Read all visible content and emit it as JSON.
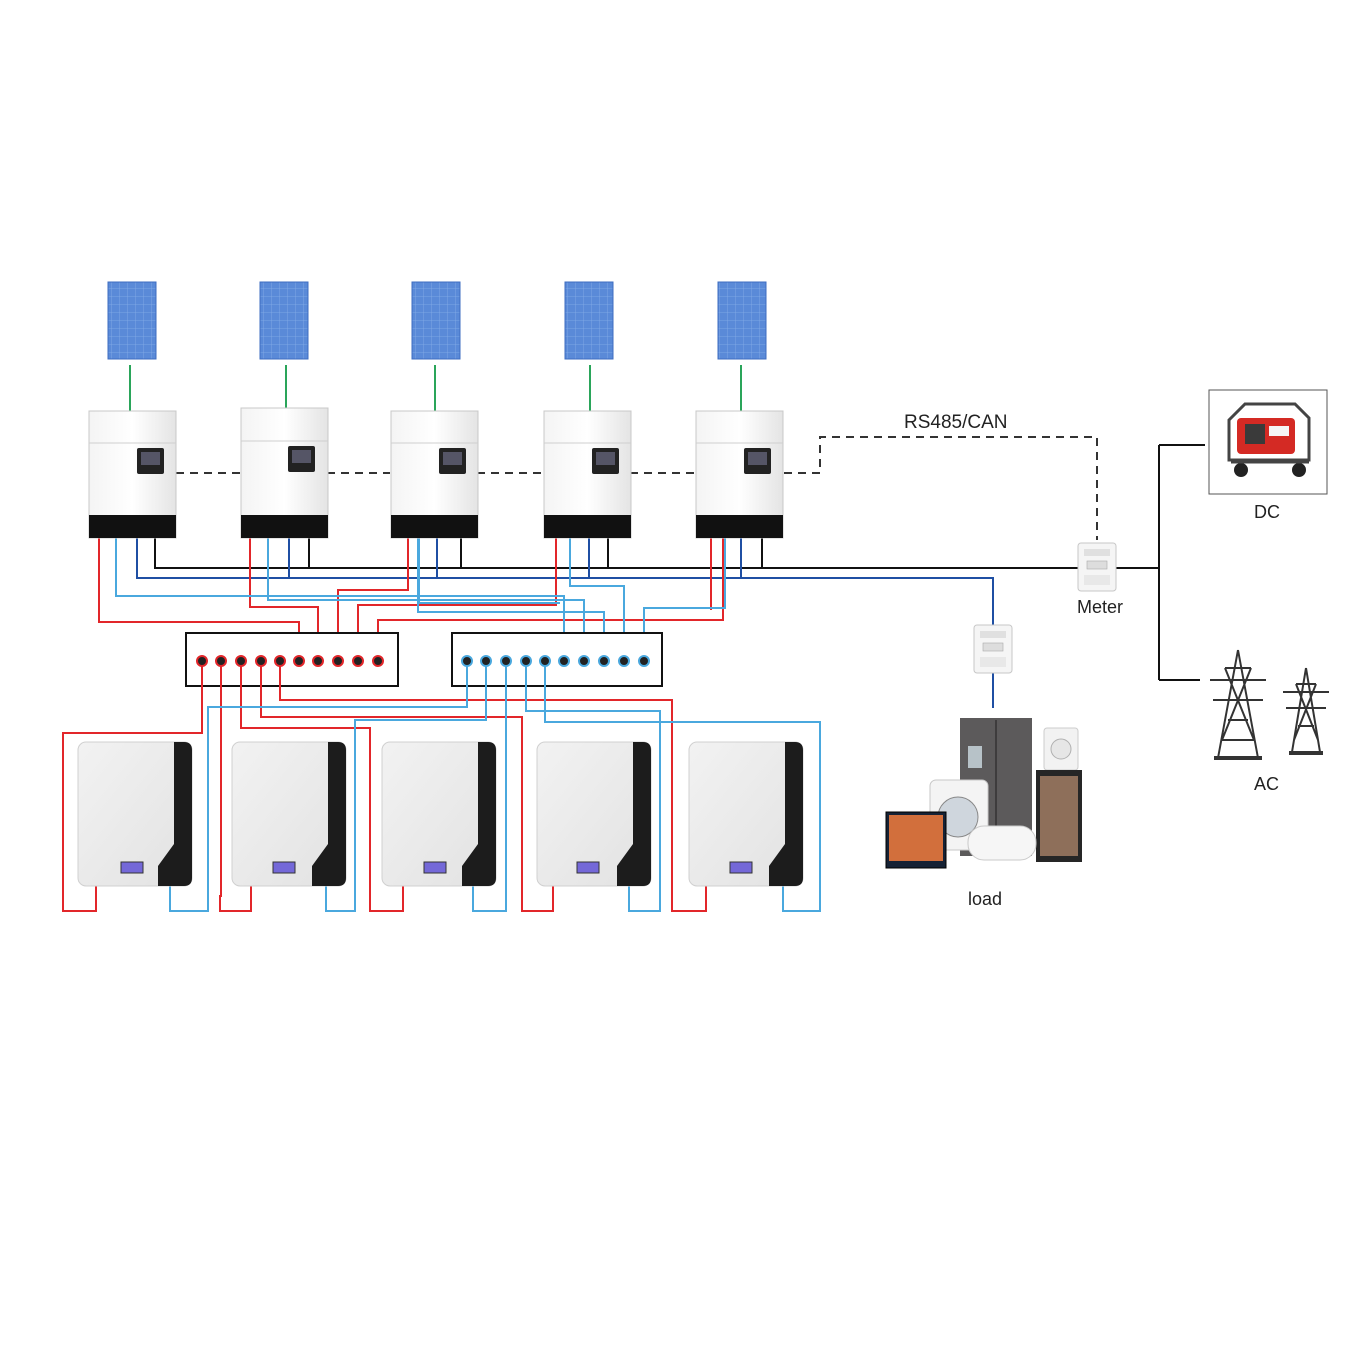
{
  "labels": {
    "comm_link": "RS485/CAN",
    "meter": "Meter",
    "generator": "DC",
    "grid": "AC",
    "load": "load"
  },
  "components": {
    "solar_panels": 5,
    "inverters": 5,
    "batteries": 5,
    "busbars": 2
  },
  "icons": {
    "solar_panel": "solar-panel-icon",
    "inverter": "inverter-icon",
    "battery": "battery-icon",
    "meter": "meter-icon",
    "generator": "generator-icon",
    "grid": "power-tower-icon",
    "load": "appliances-icon"
  },
  "colors": {
    "positive": "#e2262a",
    "negative": "#4aa8de",
    "ac_line": "#111111",
    "load_line": "#1f4fa3",
    "pv_line": "#2aa55a",
    "comm_line": "#333333",
    "panel": "#4f7fd0"
  }
}
